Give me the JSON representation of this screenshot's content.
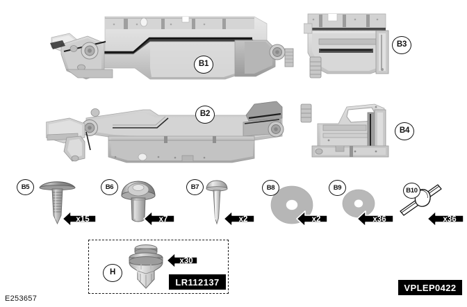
{
  "diagram": {
    "figure_code": "E253657",
    "kit_code": "VPLEP0422",
    "sub_assembly_part_number": "LR112137"
  },
  "panels": [
    {
      "id": "B1",
      "name": "left-side-rail-bracket-upper",
      "label": "B1"
    },
    {
      "id": "B2",
      "name": "right-side-rail-bracket-lower",
      "label": "B2"
    },
    {
      "id": "B3",
      "name": "rear-mounting-bracket-upper",
      "label": "B3"
    },
    {
      "id": "B4",
      "name": "rear-mounting-bracket-lower",
      "label": "B4"
    }
  ],
  "fasteners": [
    {
      "id": "B5",
      "label": "B5",
      "qty": "x15",
      "icon": "ribbed-screw-icon"
    },
    {
      "id": "B6",
      "label": "B6",
      "qty": "x7",
      "icon": "mushroom-head-bolt-icon"
    },
    {
      "id": "B7",
      "label": "B7",
      "qty": "x2",
      "icon": "pin-nail-icon"
    },
    {
      "id": "B8",
      "label": "B8",
      "qty": "x2",
      "icon": "large-washer-icon"
    },
    {
      "id": "B9",
      "label": "B9",
      "qty": "x36",
      "icon": "small-washer-icon"
    },
    {
      "id": "B10",
      "label": "B10",
      "qty": "x36",
      "icon": "rivet-icon"
    }
  ],
  "group_h": {
    "label": "H",
    "qty": "x30",
    "part_number": "LR112137",
    "icon": "push-pin-clip-icon"
  },
  "colors": {
    "metal_light": "#e2e2e2",
    "metal_mid": "#c9c9c9",
    "metal_dark": "#a8a8a8",
    "metal_shadow": "#8a8a8a",
    "outline": "#111111",
    "badge_bg": "#000000",
    "badge_fg": "#ffffff"
  }
}
